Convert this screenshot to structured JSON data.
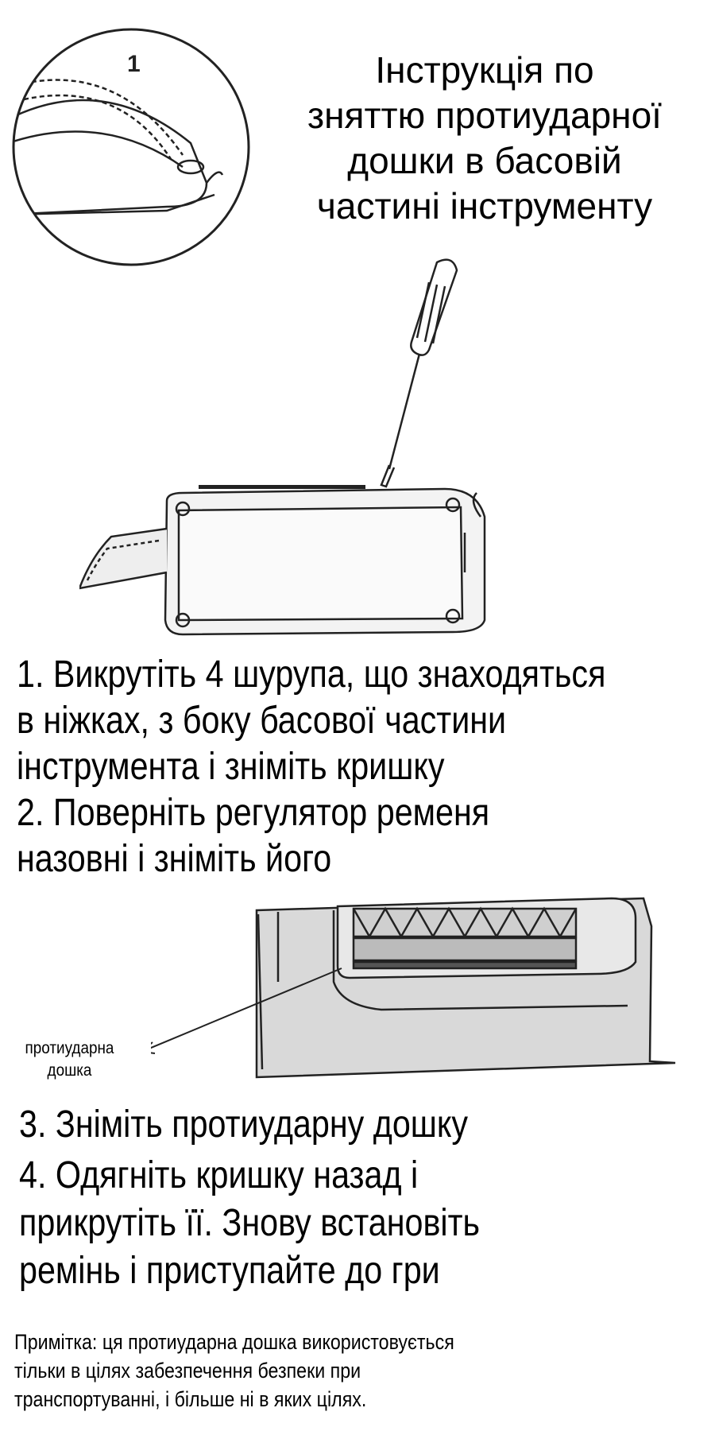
{
  "title": {
    "lines": [
      "Інструкція по",
      "зняттю протиударної",
      "дошки в басовій",
      "частині інструменту"
    ]
  },
  "figure1": {
    "number": "1"
  },
  "steps_a": [
    "1. Викрутіть 4 шурупа, що знаходяться",
    "в ніжках, з боку басової частини",
    "інструмента і зніміть кришку",
    "2. Поверніть регулятор ременя",
    "назовні і зніміть його"
  ],
  "figure3": {
    "label_lines": [
      "протиударна",
      "дошка"
    ]
  },
  "steps_b": [
    "3. Зніміть протиударну дошку",
    "4. Одягніть кришку назад і",
    "прикрутіть її. Знову встановіть",
    "ремінь і приступайте до гри"
  ],
  "note": [
    "Примітка: ця протиударна дошка використовується",
    "тільки в цілях забезпечення безпеки при",
    "транспортуванні, і більше ні в яких цілях."
  ]
}
